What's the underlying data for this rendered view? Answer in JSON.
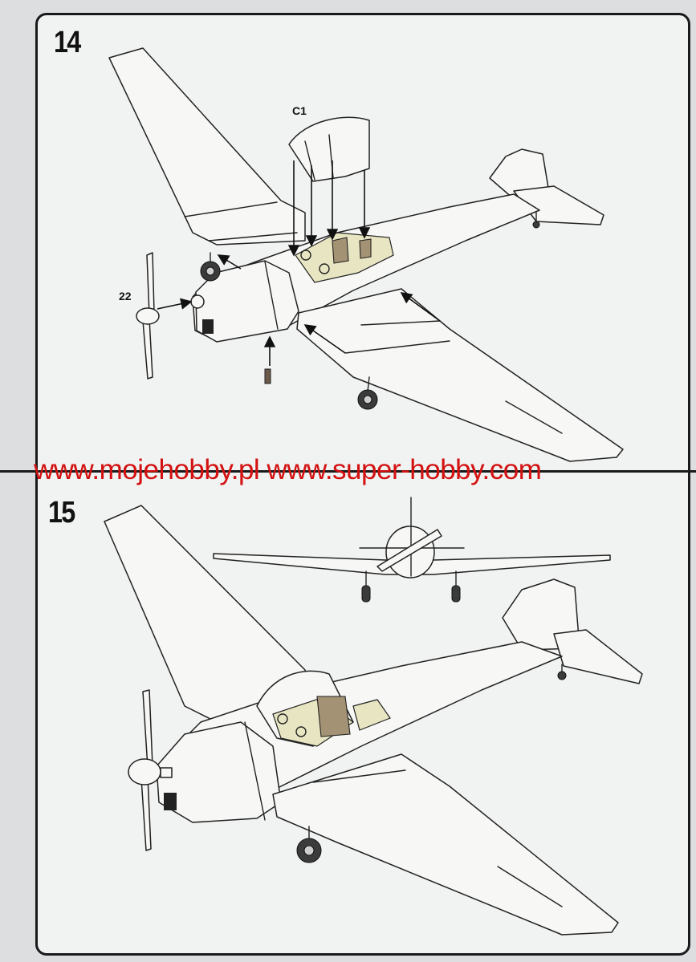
{
  "steps": [
    {
      "number": "14",
      "callouts": {
        "canopy_part": "C1",
        "propeller_part": "22"
      }
    },
    {
      "number": "15"
    }
  ],
  "watermark": {
    "text": "www.mojehobby.pl www.super-hobby.com",
    "color": "#d41111"
  },
  "colors": {
    "cockpit": "#e8e6c2",
    "seats": "#a39274",
    "tires": "#3b3b3b",
    "outline": "#222222"
  }
}
